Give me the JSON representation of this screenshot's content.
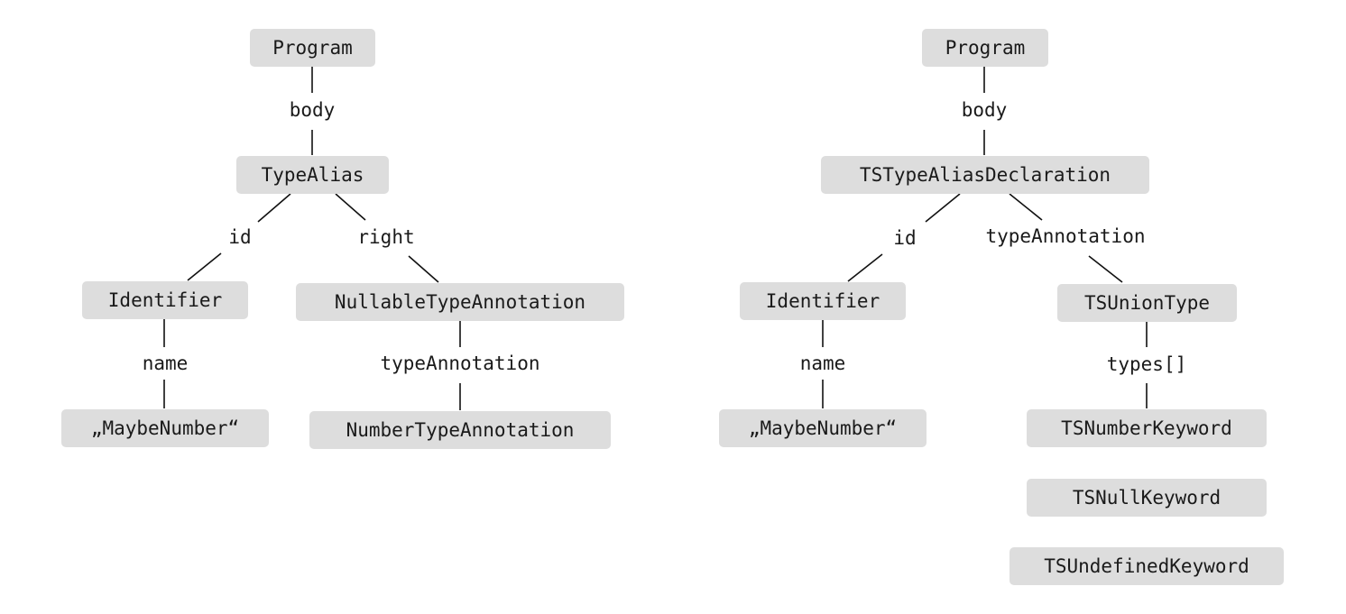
{
  "left_tree": {
    "program": "Program",
    "body_label": "body",
    "type_alias": "TypeAlias",
    "id_label": "id",
    "right_label": "right",
    "identifier": "Identifier",
    "nullable": "NullableTypeAnnotation",
    "name_label": "name",
    "type_annotation_label": "typeAnnotation",
    "string_value": "„MaybeNumber“",
    "number_annotation": "NumberTypeAnnotation"
  },
  "right_tree": {
    "program": "Program",
    "body_label": "body",
    "declaration": "TSTypeAliasDeclaration",
    "id_label": "id",
    "type_annotation_label": "typeAnnotation",
    "identifier": "Identifier",
    "union": "TSUnionType",
    "name_label": "name",
    "types_label": "types[]",
    "string_value": "„MaybeNumber“",
    "number_keyword": "TSNumberKeyword",
    "null_keyword": "TSNullKeyword",
    "undefined_keyword": "TSUndefinedKeyword"
  },
  "colors": {
    "node_fill": "#dddddd",
    "edge": "#111111",
    "text": "#1a1a1a",
    "background": "#ffffff"
  }
}
